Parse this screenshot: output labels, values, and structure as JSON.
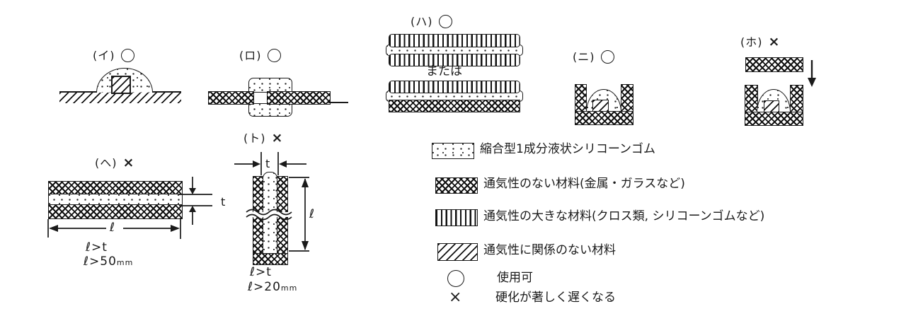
{
  "diagrams": {
    "i": {
      "label": "(イ)",
      "mark": "○"
    },
    "ro": {
      "label": "(ロ)",
      "mark": "○"
    },
    "ha": {
      "label": "(ハ)",
      "mark": "○",
      "or_text": "または"
    },
    "ni": {
      "label": "(ニ)",
      "mark": "○"
    },
    "ho": {
      "label": "(ホ)",
      "mark": "×"
    },
    "he": {
      "label": "(ヘ)",
      "mark": "×",
      "t_label": "t",
      "l_label": "ℓ",
      "cond1": "ℓ>t",
      "cond2": "ℓ>50",
      "unit": "mm"
    },
    "to": {
      "label": "(ト)",
      "mark": "×",
      "t_label": "t",
      "l_label": "ℓ",
      "cond1": "ℓ>t",
      "cond2": "ℓ>20",
      "unit": "mm"
    }
  },
  "legend": {
    "items": [
      {
        "pattern": "stipple",
        "text": "縮合型1成分液状シリコーンゴム"
      },
      {
        "pattern": "crosshatch",
        "text": "通気性のない材料(金属・ガラスなど)"
      },
      {
        "pattern": "vertical-stripes",
        "text": "通気性の大きな材料(クロス類, シリコーンゴムなど)"
      },
      {
        "pattern": "diagonal-hatch",
        "text": "通気性に関係のない材料"
      }
    ],
    "marks": [
      {
        "symbol": "○",
        "text": "使用可"
      },
      {
        "symbol": "×",
        "text": "硬化が著しく遅くなる"
      }
    ]
  },
  "colors": {
    "ink": "#1a1a1a",
    "paper": "#ffffff"
  }
}
